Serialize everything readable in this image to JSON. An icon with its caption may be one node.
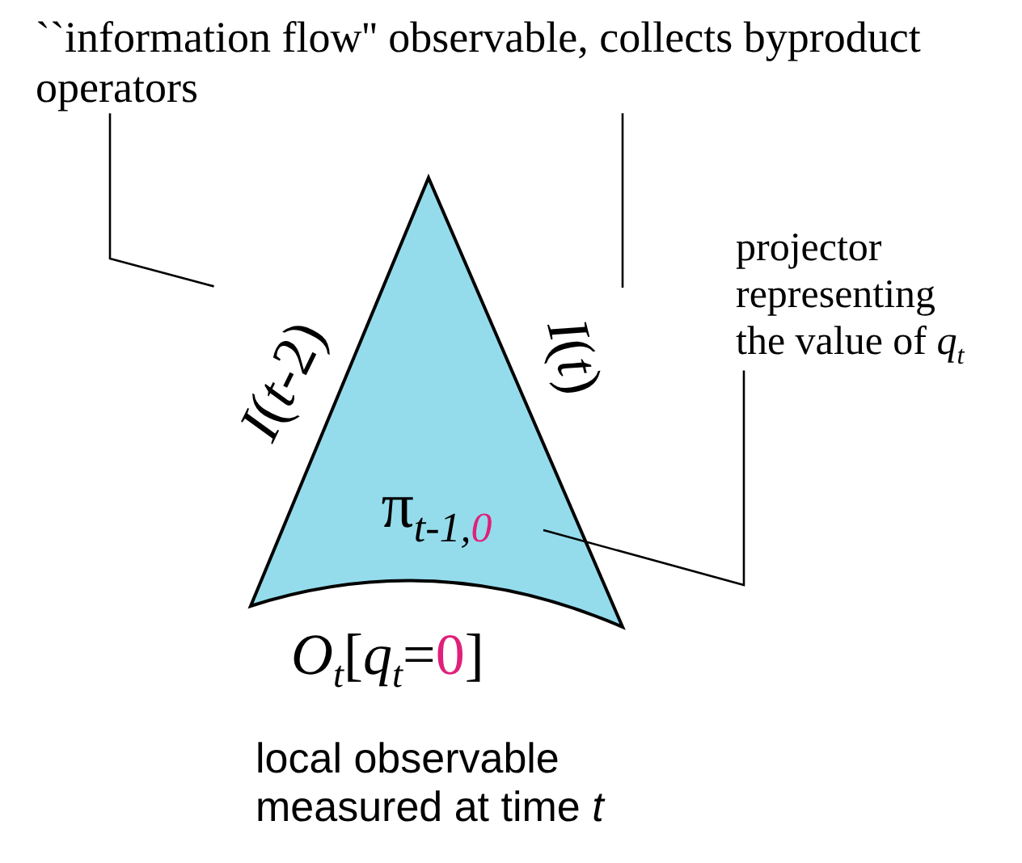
{
  "diagram": {
    "nodes": [
      {
        "text": [
          "π$_{t-1,0}$"
        ]
      },
      {
        "text": [
          "``information flow'' observable, collects byproduct operators"
        ]
      },
      {
        "text": [
          "*I*(*t*-2)"
        ]
      },
      {
        "text": [
          "*I*(*t*)"
        ]
      },
      {
        "text": [
          "projector representing the value of *q*$_{t}$"
        ]
      },
      {
        "text": [
          "*O*$_{t}$[*q*$_{t}$=0]"
        ]
      }
    ],
    "edges": [
      {
        "from": 1,
        "to": 2,
        "arrow": "none"
      },
      {
        "from": 1,
        "to": 3,
        "arrow": "none"
      },
      {
        "from": 4,
        "to": 0,
        "arrow": "none"
      }
    ],
    "labels": [
      "local observable measured at time *t*"
    ]
  }
}
